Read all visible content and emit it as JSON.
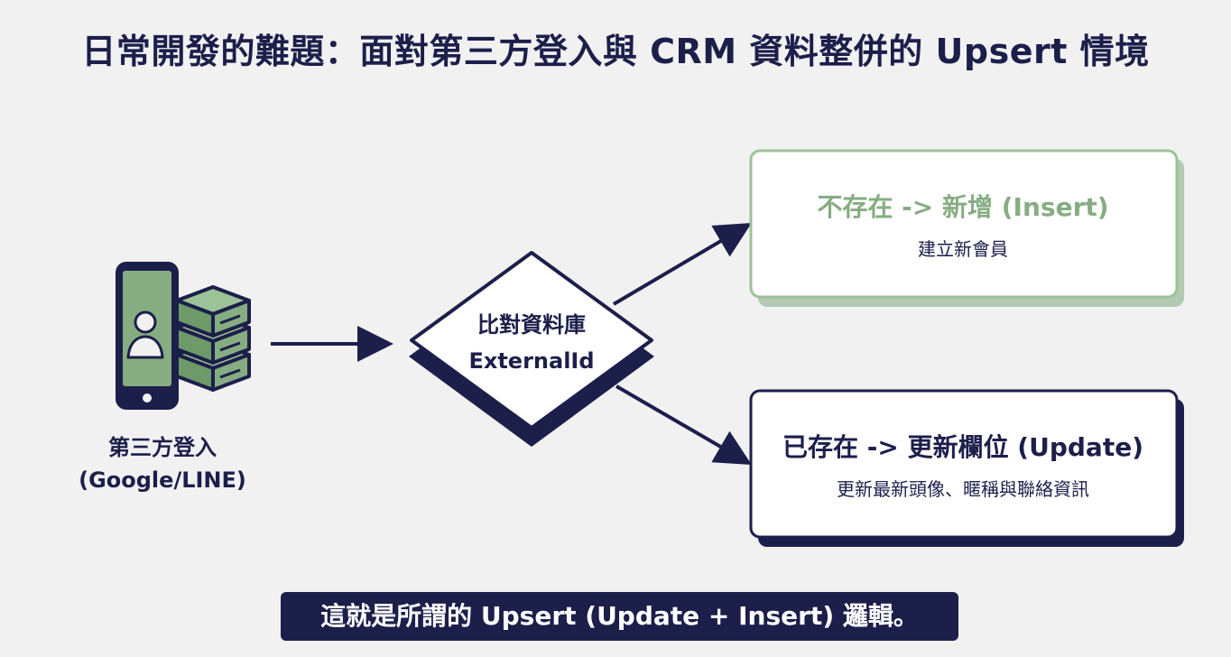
{
  "title": "日常開發的難題：面對第三方登入與 CRM 資料整併的 Upsert 情境",
  "source": {
    "line1": "第三方登入",
    "line2": "(Google/LINE)",
    "icon_phone": "phone-user-icon",
    "icon_server": "server-stack-icon"
  },
  "decision": {
    "line1": "比對資料庫",
    "line2": "ExternalId"
  },
  "branch_insert": {
    "title": "不存在 -> 新增 (Insert)",
    "subtitle": "建立新會員"
  },
  "branch_update": {
    "title": "已存在 -> 更新欄位 (Update)",
    "subtitle": "更新最新頭像、暱稱與聯絡資訊"
  },
  "footer": "這就是所謂的 Upsert (Update + Insert) 邏輯。",
  "colors": {
    "navy": "#1c1f4a",
    "green": "#86ad82",
    "green_light": "#7fa87b",
    "background": "#f1f1f2"
  }
}
